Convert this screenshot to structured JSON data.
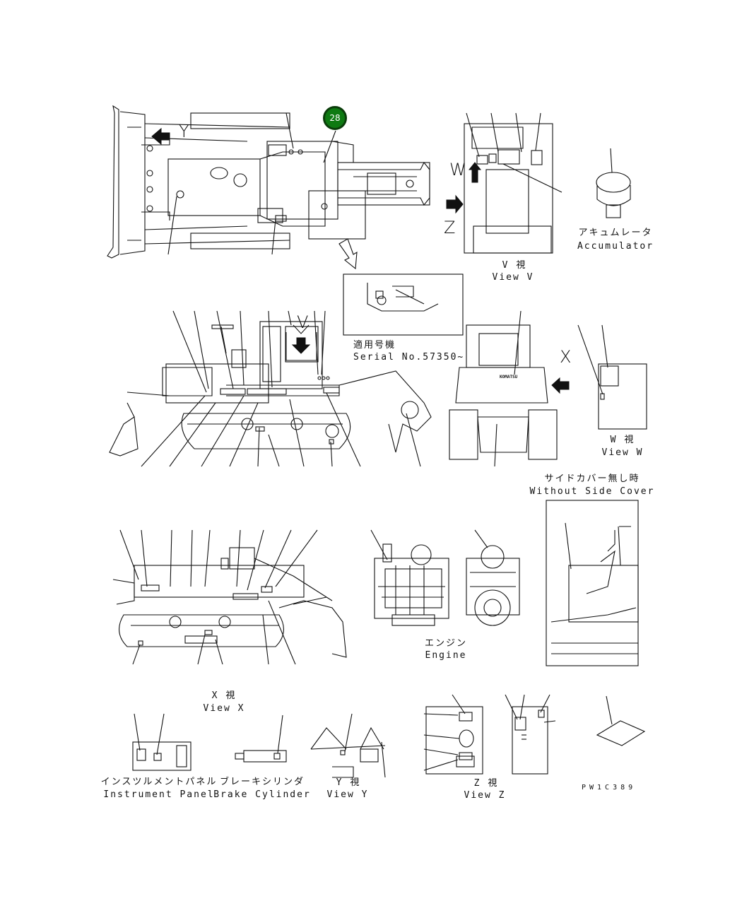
{
  "callout": {
    "number": "28",
    "color": "#0e7a12",
    "border_color": "#0b3d0b"
  },
  "arrows": {
    "y": "Y",
    "w": "W",
    "z": "Z",
    "v": "V",
    "x": "X"
  },
  "views": {
    "v": {
      "jp": "V 視",
      "en": "View V"
    },
    "w": {
      "jp": "W 視",
      "en": "View W"
    },
    "x": {
      "jp": "X 視",
      "en": "View X"
    },
    "y": {
      "jp": "Y 視",
      "en": "View Y"
    },
    "z": {
      "jp": "Z 視",
      "en": "View Z"
    }
  },
  "accumulator": {
    "jp": "アキュムレータ",
    "en": "Accumulator"
  },
  "serial": {
    "jp": "適用号機",
    "en": "Serial No.57350~"
  },
  "side_cover": {
    "jp": "サイドカバー無し時",
    "en": "Without Side Cover"
  },
  "engine": {
    "jp": "エンジン",
    "en": "Engine"
  },
  "instrument_panel": {
    "jp": "インスツルメントパネル",
    "en": "Instrument Panel"
  },
  "brake_cylinder": {
    "jp": "ブレーキシリンダ",
    "en": "Brake Cylinder"
  },
  "drawing_code": "PW1C389",
  "brand_mark": "KOMATSU",
  "colors": {
    "line": "#111111",
    "background": "#ffffff"
  }
}
